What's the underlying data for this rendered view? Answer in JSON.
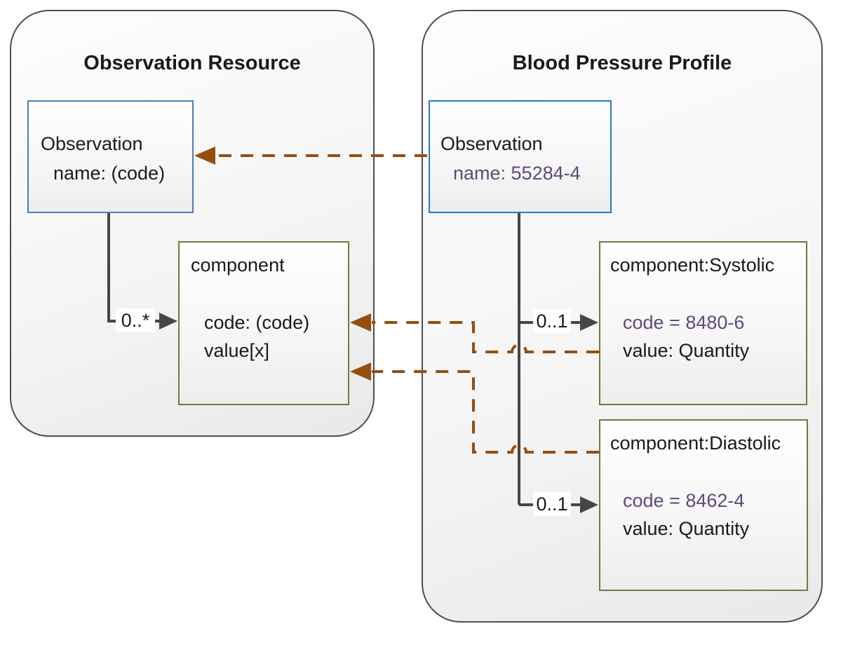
{
  "diagram": {
    "kind": "fhir-profile-mapping-diagram",
    "colors": {
      "container_border": "#4f4f4f",
      "observation_box_border_left": "#4a7fb8",
      "observation_box_border_right": "#2579c8",
      "component_box_border": "#6e7b3e",
      "solid_connector_gray": "#464646",
      "dashed_connector_brown": "#954e10",
      "fixed_value_purple": "#604a7b",
      "text_black": "#1a1a1a"
    },
    "left": {
      "title": "Observation Resource",
      "observation_box": {
        "name": "Observation",
        "attr": "name: (code)"
      },
      "component_box": {
        "name": "component",
        "attr1": "code: (code)",
        "attr2": "value[x]"
      },
      "multiplicity": "0..*"
    },
    "right": {
      "title": "Blood Pressure Profile",
      "observation_box": {
        "name": "Observation",
        "attr": "name: 55284-4"
      },
      "systolic_box": {
        "name": "component:Systolic",
        "attr1": "code = 8480-6",
        "attr2": "value: Quantity",
        "multiplicity": "0..1"
      },
      "diastolic_box": {
        "name": "component:Diastolic",
        "attr1": "code = 8462-4",
        "attr2": "value: Quantity",
        "multiplicity": "0..1"
      }
    },
    "relations": [
      {
        "from": "profile Observation",
        "to": "resource Observation",
        "style": "dashed-brown-arrow"
      },
      {
        "from": "component:Systolic",
        "to": "resource component",
        "style": "dashed-brown-arrow"
      },
      {
        "from": "component:Diastolic",
        "to": "resource component",
        "style": "dashed-brown-arrow"
      },
      {
        "from": "resource Observation",
        "to": "component",
        "label": "0..*",
        "style": "solid-gray-arrow"
      },
      {
        "from": "profile Observation",
        "to": "component:Systolic",
        "label": "0..1",
        "style": "solid-gray-arrow"
      },
      {
        "from": "profile Observation",
        "to": "component:Diastolic",
        "label": "0..1",
        "style": "solid-gray-arrow"
      }
    ]
  }
}
